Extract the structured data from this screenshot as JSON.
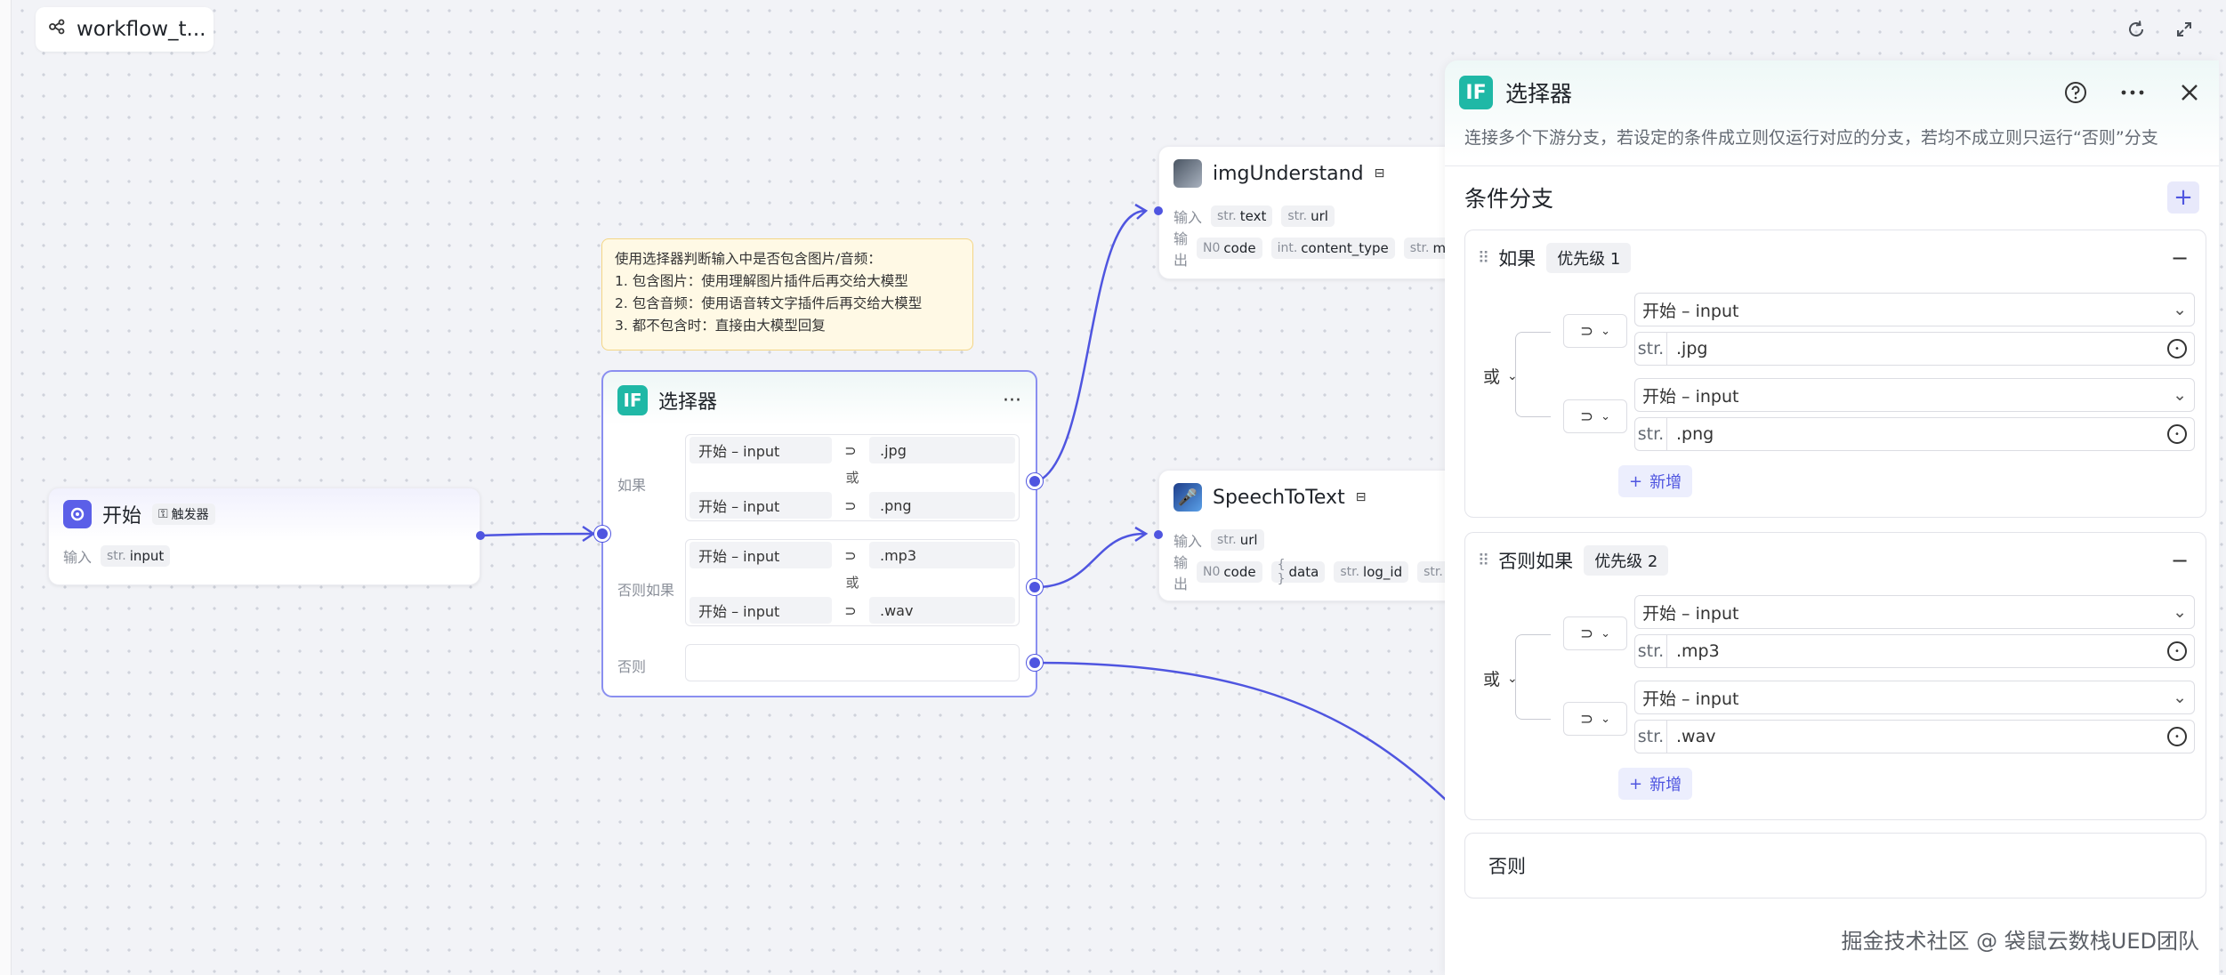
{
  "app": {
    "workflow_title": "workflow_t..."
  },
  "start_node": {
    "title": "开始",
    "badge": "触发器",
    "input_label": "输入",
    "input_type": "str.",
    "input_name": "input"
  },
  "note": {
    "lines": [
      "使用选择器判断输入中是否包含图片/音频：",
      "1. 包含图片：使用理解图片插件后再交给大模型",
      "2. 包含音频：使用语音转文字插件后再交给大模型",
      "3. 都不包含时：直接由大模型回复"
    ]
  },
  "selector_node": {
    "icon": "IF",
    "title": "选择器",
    "menu": "···",
    "branches": [
      {
        "label": "如果",
        "conditions": [
          {
            "left": "开始 – input",
            "op": "⊃",
            "right": ".jpg"
          },
          {
            "left": "开始 – input",
            "op": "⊃",
            "right": ".png"
          }
        ],
        "joiner": "或"
      },
      {
        "label": "否则如果",
        "conditions": [
          {
            "left": "开始 – input",
            "op": "⊃",
            "right": ".mp3"
          },
          {
            "left": "开始 – input",
            "op": "⊃",
            "right": ".wav"
          }
        ],
        "joiner": "或"
      }
    ],
    "else_label": "否则"
  },
  "img_node": {
    "title": "imgUnderstand",
    "input_label": "输入",
    "output_label": "输出",
    "inputs": [
      {
        "type": "str.",
        "name": "text"
      },
      {
        "type": "str.",
        "name": "url"
      }
    ],
    "outputs": [
      {
        "type": "N0",
        "name": "code"
      },
      {
        "type": "int.",
        "name": "content_type"
      },
      {
        "type": "str.",
        "name": "ms"
      }
    ]
  },
  "speech_node": {
    "title": "SpeechToText",
    "input_label": "输入",
    "output_label": "输出",
    "inputs": [
      {
        "type": "str.",
        "name": "url"
      }
    ],
    "outputs": [
      {
        "type": "N0",
        "name": "code"
      },
      {
        "type": "{ }",
        "name": "data"
      },
      {
        "type": "str.",
        "name": "log_id"
      },
      {
        "type": "str.",
        "name": ""
      }
    ]
  },
  "panel": {
    "icon": "IF",
    "title": "选择器",
    "description": "连接多个下游分支，若设定的条件成立则仅运行对应的分支，若均不成立则只运行“否则”分支",
    "section_title": "条件分支",
    "add": "+",
    "branches": [
      {
        "label": "如果",
        "priority": "优先级 1",
        "joiner": "或",
        "conditions": [
          {
            "op": "⊃",
            "var": "开始 – input",
            "val_type": "str.",
            "val": ".jpg"
          },
          {
            "op": "⊃",
            "var": "开始 – input",
            "val_type": "str.",
            "val": ".png"
          }
        ],
        "new_label": "新增"
      },
      {
        "label": "否则如果",
        "priority": "优先级 2",
        "joiner": "或",
        "conditions": [
          {
            "op": "⊃",
            "var": "开始 – input",
            "val_type": "str.",
            "val": ".mp3"
          },
          {
            "op": "⊃",
            "var": "开始 – input",
            "val_type": "str.",
            "val": ".wav"
          }
        ],
        "new_label": "新增"
      }
    ],
    "else_label": "否则"
  },
  "watermark": "掘金技术社区 @ 袋鼠云数栈UED团队",
  "colors": {
    "accent": "#4f55e0",
    "if_icon": "#1fb8a6",
    "note_bg": "#fff9e5"
  }
}
